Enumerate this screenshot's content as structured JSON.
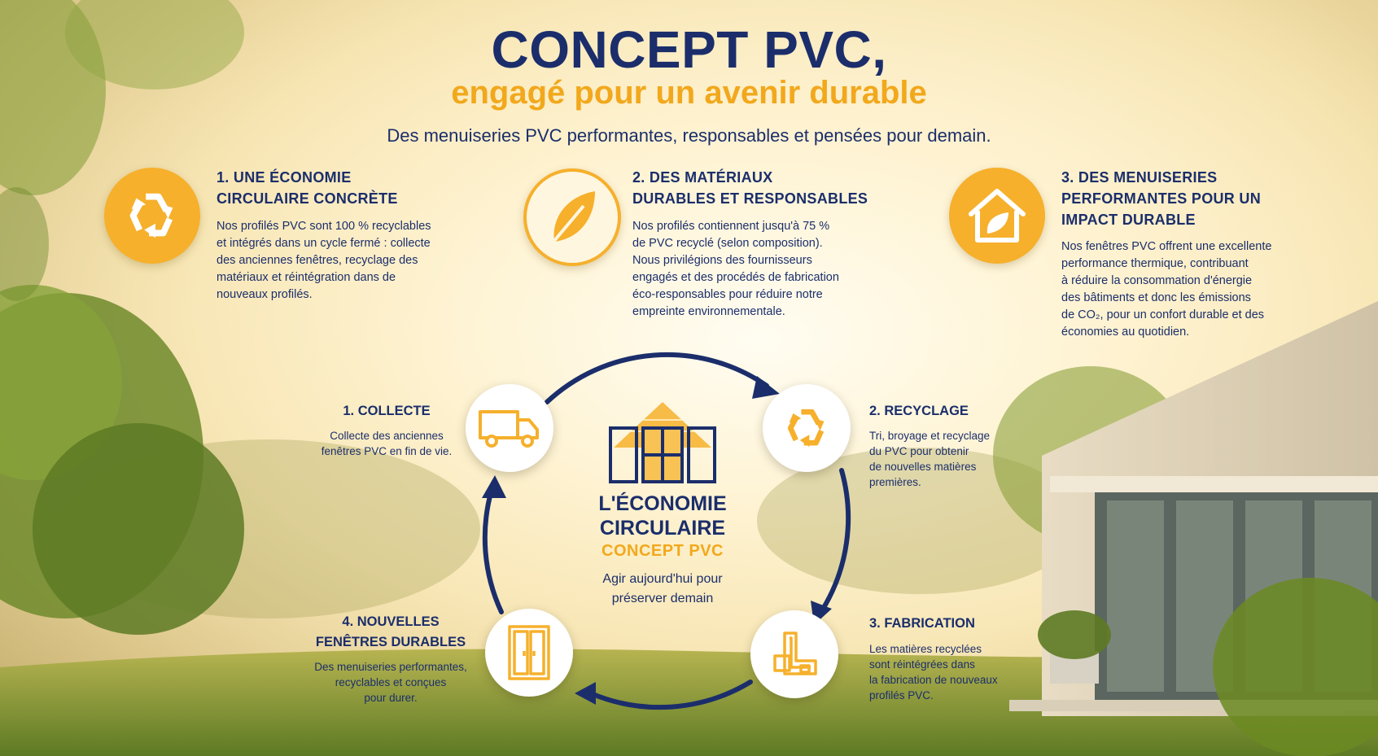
{
  "header": {
    "title": "CONCEPT PVC,",
    "subtitle": "engagé pour un avenir durable",
    "tagline": "Des menuiseries PVC performantes, responsables et pensées pour demain."
  },
  "pillars": [
    {
      "icon": "recycle-icon",
      "title_line1": "1. UNE ÉCONOMIE",
      "title_line2": "CIRCULAIRE CONCRÈTE",
      "lines": [
        "Nos profilés PVC sont 100 % recyclables",
        "et intégrés dans un cycle fermé : collecte",
        "des anciennes fenêtres, recyclage des",
        "matériaux et réintégration dans de",
        "nouveaux profilés."
      ]
    },
    {
      "icon": "leaf-icon",
      "title_line1": "2. DES MATÉRIAUX",
      "title_line2": "DURABLES ET RESPONSABLES",
      "lines": [
        "Nos profilés contiennent jusqu'à 75 %",
        "de PVC recyclé (selon composition).",
        "Nous privilégions des fournisseurs",
        "engagés et des procédés de fabrication",
        "éco-responsables pour réduire notre",
        "empreinte environnementale."
      ]
    },
    {
      "icon": "eco-house-icon",
      "title_line1": "3. DES MENUISERIES",
      "title_line2": "PERFORMANTES POUR UN",
      "title_line3": "IMPACT DURABLE",
      "lines": [
        "Nos fenêtres PVC offrent une excellente",
        "performance thermique, contribuant",
        "à réduire la consommation d'énergie",
        "des bâtiments et donc les émissions",
        "de CO₂, pour un confort durable et des",
        "économies au quotidien."
      ]
    }
  ],
  "cycle": {
    "center_title_line1": "L'ÉCONOMIE",
    "center_title_line2": "CIRCULAIRE",
    "center_subtitle": "CONCEPT PVC",
    "motto_line1": "Agir aujourd'hui pour",
    "motto_line2": "préserver demain",
    "steps": [
      {
        "icon": "truck-icon",
        "title": "1. COLLECTE",
        "lines": [
          "Collecte des anciennes",
          "fenêtres PVC en fin de vie."
        ]
      },
      {
        "icon": "recycle-icon",
        "title": "2. RECYCLAGE",
        "lines": [
          "Tri, broyage et recyclage",
          "du PVC pour obtenir",
          "de nouvelles matières",
          "premières."
        ]
      },
      {
        "icon": "window-profile-icon",
        "title": "3. FABRICATION",
        "lines": [
          "Les matières recyclées",
          "sont réintégrées dans",
          "la fabrication de nouveaux",
          "profilés PVC."
        ]
      },
      {
        "icon": "window-icon",
        "title_line1": "4. NOUVELLES",
        "title_line2": "FENÊTRES DURABLES",
        "lines": [
          "Des menuiseries performantes,",
          "recyclables et conçues",
          "pour durer."
        ]
      }
    ]
  },
  "colors": {
    "navy": "#1b2e6b",
    "accent": "#f6b02c",
    "accent_text": "#f2a81c"
  }
}
